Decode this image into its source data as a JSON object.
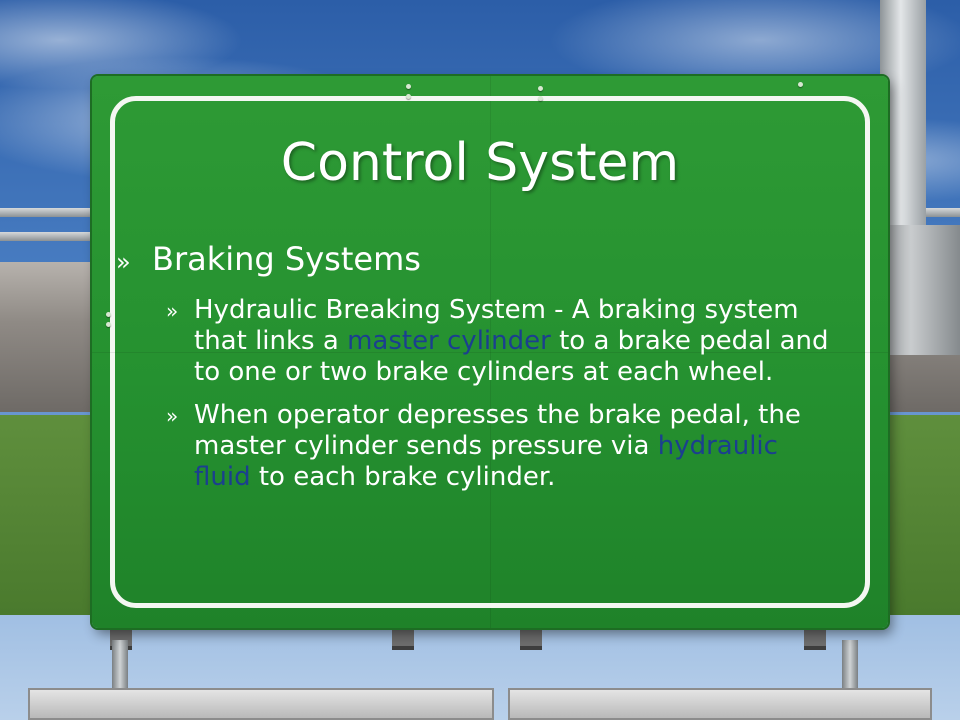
{
  "slide": {
    "title": "Control System",
    "bullet_marker": "»",
    "level1": {
      "text": "Braking Systems"
    },
    "level2": [
      {
        "parts": [
          {
            "text": "Hydraulic Breaking System - A braking system that links a "
          },
          {
            "text": "master cylinder",
            "highlight": true
          },
          {
            "text": " to a brake pedal and to one or two brake cylinders at each wheel."
          }
        ]
      },
      {
        "parts": [
          {
            "text": "When operator depresses the brake pedal, the master cylinder sends pressure via "
          },
          {
            "text": "hydraulic fluid",
            "highlight": true
          },
          {
            "text": " to each brake cylinder."
          }
        ]
      }
    ]
  },
  "colors": {
    "sign_green": "#2e9a35",
    "text": "#ffffff",
    "highlight": "#1b3f8f",
    "sky": "#2c5ea8"
  }
}
